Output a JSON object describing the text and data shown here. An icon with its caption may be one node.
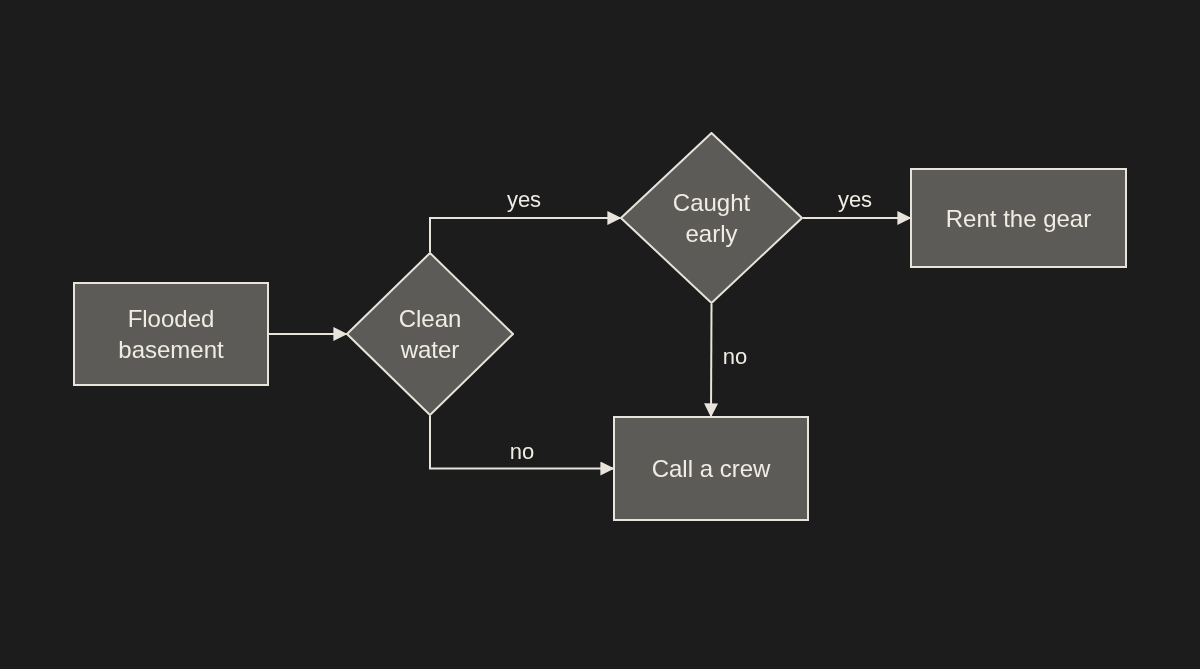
{
  "diagram": {
    "nodes": [
      {
        "text": [
          "Flooded basement"
        ]
      },
      {
        "text": [
          "Clean water"
        ]
      },
      {
        "text": [
          "Caught early"
        ]
      },
      {
        "text": [
          "Rent the gear"
        ]
      },
      {
        "text": [
          "Call a crew"
        ]
      }
    ],
    "edges": [
      {
        "from": 0,
        "to": 1,
        "arrow": "to"
      },
      {
        "from": 1,
        "to": 2,
        "arrow": "to",
        "label": "yes"
      },
      {
        "from": 2,
        "to": 3,
        "arrow": "to",
        "label": "yes"
      },
      {
        "from": 2,
        "to": 4,
        "arrow": "to",
        "label": "no"
      },
      {
        "from": 1,
        "to": 4,
        "arrow": "to",
        "label": "no"
      }
    ]
  }
}
